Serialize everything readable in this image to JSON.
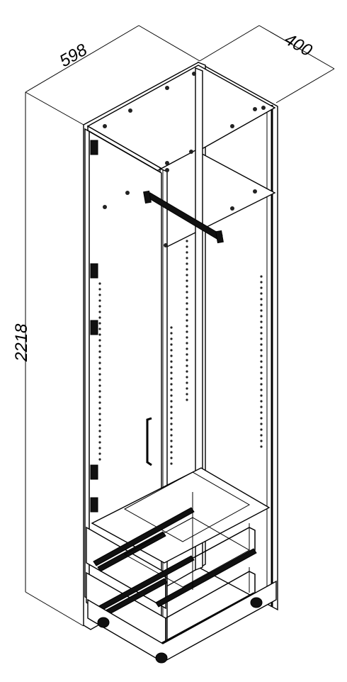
{
  "dimensions": {
    "width": "598",
    "depth": "400",
    "height": "2218"
  },
  "colors": {
    "line": "#000000",
    "background": "#ffffff"
  }
}
